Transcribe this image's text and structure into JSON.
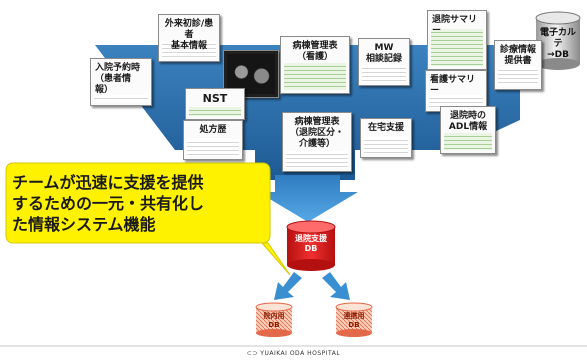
{
  "documents": {
    "outpatient_reservation": "入院予約時\n（患者情\n報）",
    "basic_info": "外来初診/患者\n基本情報",
    "image": "",
    "nst": "NST",
    "prescription": "処方歴",
    "ward_record": "病棟管理表\n（看護）",
    "mw_consult": "MW\n相談記録",
    "discharge_summary": "退院サマリー",
    "nursing_summary": "看護サマリー",
    "care_info": "診療情報\n提供書",
    "ward_record_mgmt": "病棟管理表\n（退院区分・\n介護等）",
    "home_support": "在宅支援",
    "adl_info": "退院時の\nADL情報"
  },
  "cylinder_right": {
    "label": "電子カルテ\n→DB"
  },
  "callout": {
    "text": "チームが迅速に支援を提供\nするための一元・共有化し\nた情報システム機能"
  },
  "central_db": {
    "label": "退院支援\nDB"
  },
  "small_dbs": [
    {
      "label": "院内用\nDB"
    },
    {
      "label": "連携用\nDB"
    }
  ],
  "footer": {
    "text": "YUAIKAI ODA HOSPITAL"
  },
  "colors": {
    "funnel_blue": "#2a6ea8",
    "arrow_blue": "#3a8fd0",
    "callout_yellow": "#fff200",
    "db_red": "#e62222",
    "small_db_fill": "#f7b89a"
  }
}
